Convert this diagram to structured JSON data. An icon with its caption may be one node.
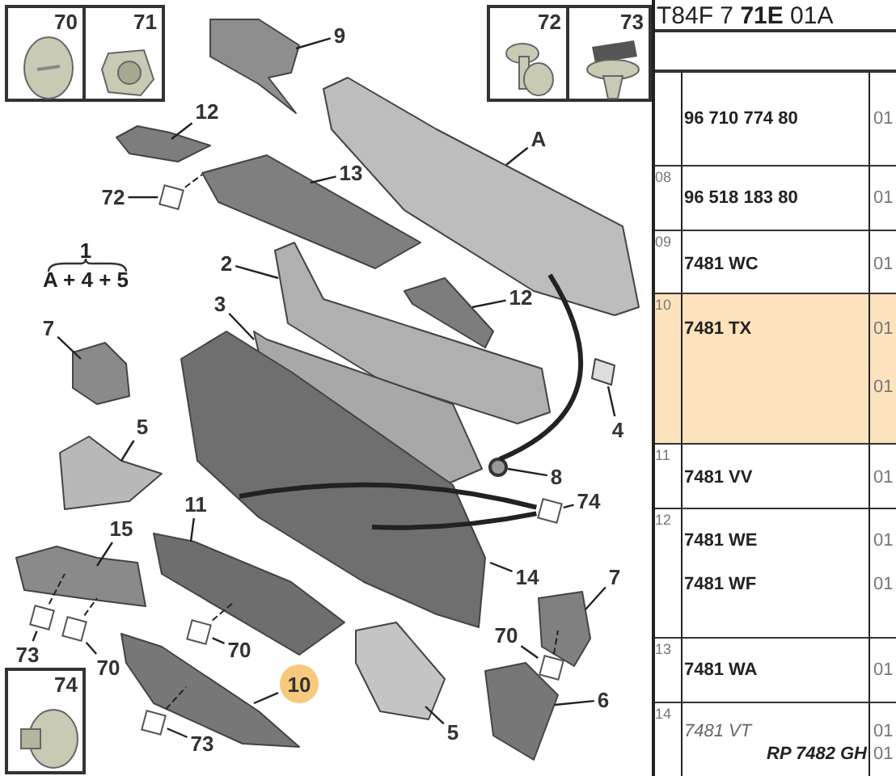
{
  "diagram": {
    "nodes": [
      {
        "text": [
          "70"
        ]
      },
      {
        "text": [
          "71"
        ]
      },
      {
        "text": [
          "72"
        ]
      },
      {
        "text": [
          "73"
        ]
      },
      {
        "text": [
          "9"
        ]
      },
      {
        "text": [
          "12"
        ]
      },
      {
        "text": [
          "A"
        ]
      },
      {
        "text": [
          "13"
        ]
      },
      {
        "text": [
          "72"
        ]
      },
      {
        "text": [
          "2"
        ]
      },
      {
        "text": [
          "12"
        ]
      },
      {
        "text": [
          "3"
        ]
      },
      {
        "text": [
          "7"
        ]
      },
      {
        "text": [
          "4"
        ]
      },
      {
        "text": [
          "5"
        ]
      },
      {
        "text": [
          "8"
        ]
      },
      {
        "text": [
          "74"
        ]
      },
      {
        "text": [
          "11"
        ]
      },
      {
        "text": [
          "15"
        ]
      },
      {
        "text": [
          "14"
        ]
      },
      {
        "text": [
          "7"
        ]
      },
      {
        "text": [
          "73"
        ]
      },
      {
        "text": [
          "70"
        ]
      },
      {
        "text": [
          "70"
        ]
      },
      {
        "text": [
          "70"
        ]
      },
      {
        "text": [
          "10"
        ]
      },
      {
        "text": [
          "6"
        ]
      },
      {
        "text": [
          "5"
        ]
      },
      {
        "text": [
          "73"
        ]
      },
      {
        "text": [
          "74"
        ]
      },
      {
        "text": [],
        "shape": "box"
      },
      {
        "text": [],
        "shape": "box"
      },
      {
        "text": [],
        "shape": "box"
      },
      {
        "text": [],
        "shape": "box"
      },
      {
        "text": [],
        "shape": "box"
      },
      {
        "text": [],
        "shape": "box"
      },
      {
        "text": [],
        "shape": "box"
      },
      {
        "text": [],
        "shape": "picture"
      },
      {
        "text": [],
        "shape": "picture"
      },
      {
        "text": [],
        "shape": "picture"
      },
      {
        "text": [],
        "shape": "picture"
      },
      {
        "text": [],
        "shape": "picture"
      },
      {
        "text": [],
        "shape": "picture"
      },
      {
        "text": [],
        "shape": "picture"
      },
      {
        "text": [],
        "shape": "picture"
      },
      {
        "text": [],
        "shape": "picture"
      },
      {
        "text": [],
        "shape": "picture"
      },
      {
        "text": [],
        "shape": "picture"
      },
      {
        "text": [],
        "shape": "picture"
      },
      {
        "text": [],
        "shape": "picture"
      },
      {
        "text": [],
        "shape": "picture"
      },
      {
        "text": [],
        "shape": "picture"
      },
      {
        "text": [],
        "shape": "picture"
      },
      {
        "text": [],
        "shape": "picture"
      },
      {
        "text": [],
        "shape": "circle"
      }
    ],
    "edges": [
      {
        "from": 4,
        "to": 37,
        "arrow": "none"
      },
      {
        "from": 5,
        "to": 38,
        "arrow": "none"
      },
      {
        "from": 6,
        "to": 40,
        "arrow": "none"
      },
      {
        "from": 7,
        "to": 39,
        "arrow": "none"
      },
      {
        "from": 8,
        "to": 30,
        "arrow": "none"
      },
      {
        "from": 9,
        "to": 42,
        "arrow": "none"
      },
      {
        "from": 10,
        "to": 41,
        "arrow": "none"
      },
      {
        "from": 11,
        "to": 43,
        "arrow": "none"
      },
      {
        "from": 12,
        "to": 45,
        "arrow": "none"
      },
      {
        "from": 13,
        "to": 53,
        "arrow": "none"
      },
      {
        "from": 14,
        "to": 46,
        "arrow": "none"
      },
      {
        "from": 15,
        "to": 54,
        "arrow": "none"
      },
      {
        "from": 16,
        "to": 31,
        "arrow": "none"
      },
      {
        "from": 17,
        "to": 48,
        "arrow": "none"
      },
      {
        "from": 18,
        "to": 47,
        "arrow": "none"
      },
      {
        "from": 19,
        "to": 44,
        "arrow": "none"
      },
      {
        "from": 20,
        "to": 52,
        "arrow": "none"
      },
      {
        "from": 21,
        "to": 32,
        "arrow": "none"
      },
      {
        "from": 22,
        "to": 33,
        "arrow": "none"
      },
      {
        "from": 23,
        "to": 34,
        "arrow": "none"
      },
      {
        "from": 24,
        "to": 35,
        "arrow": "none"
      },
      {
        "from": 25,
        "to": 49,
        "arrow": "none"
      },
      {
        "from": 26,
        "to": 51,
        "arrow": "none"
      },
      {
        "from": 27,
        "to": 50,
        "arrow": "none"
      },
      {
        "from": 28,
        "to": 36,
        "arrow": "none"
      },
      {
        "from": 30,
        "to": 39,
        "arrow": "none",
        "style": "dashed"
      },
      {
        "from": 32,
        "to": 47,
        "arrow": "none",
        "style": "dashed"
      },
      {
        "from": 33,
        "to": 47,
        "arrow": "none",
        "style": "dashed"
      },
      {
        "from": 34,
        "to": 48,
        "arrow": "none",
        "style": "dashed"
      },
      {
        "from": 35,
        "to": 52,
        "arrow": "none",
        "style": "dashed"
      },
      {
        "from": 36,
        "to": 49,
        "arrow": "none",
        "style": "dashed"
      },
      {
        "from": 40,
        "to": 54,
        "arrow": "none",
        "style": "thick"
      },
      {
        "from": 31,
        "to": 44,
        "arrow": "none",
        "style": "thick"
      },
      {
        "from": 31,
        "to": 44,
        "arrow": "none",
        "style": "thick"
      }
    ],
    "labels": [
      "1",
      "A + 4 + 5",
      "T84F 7 **71E** 01A",
      "96 710 774 80",
      "01",
      "08",
      "96 518 183 80",
      "01",
      "09",
      "7481 WC",
      "01",
      "10",
      "7481 TX",
      "01",
      "01",
      "11",
      "7481 VV",
      "01",
      "12",
      "7481 WE",
      "01",
      "7481 WF",
      "01",
      "13",
      "7481 WA",
      "01",
      "14",
      "7481 VT",
      "01",
      "RP 7482 GH",
      "01"
    ]
  }
}
